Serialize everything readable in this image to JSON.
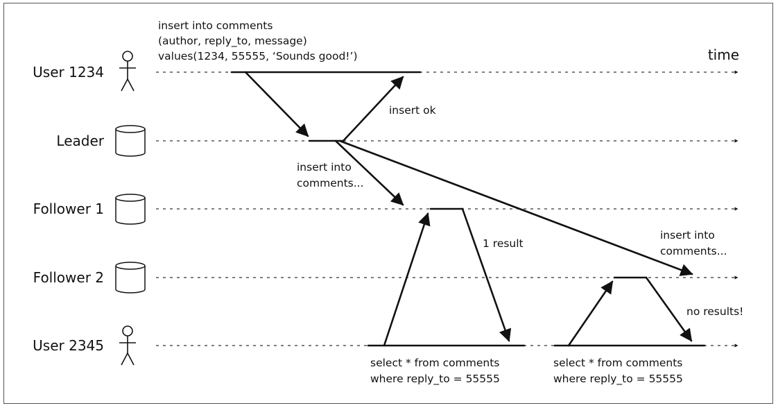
{
  "title": "",
  "time_label": "time",
  "actors": [
    {
      "label": "User 1234",
      "kind": "user-icon"
    },
    {
      "label": "Leader",
      "kind": "database-icon"
    },
    {
      "label": "Follower 1",
      "kind": "database-icon"
    },
    {
      "label": "Follower 2",
      "kind": "database-icon"
    },
    {
      "label": "User 2345",
      "kind": "user-icon"
    }
  ],
  "notes": {
    "insert_query": [
      "insert into comments",
      "(author, reply_to, message)",
      "values(1234, 55555, ‘Sounds good!’)"
    ],
    "insert_ok": "insert ok",
    "replicate_f1": [
      "insert into",
      "comments..."
    ],
    "replicate_f2": [
      "insert into",
      "comments..."
    ],
    "one_result": "1 result",
    "no_results": "no results!",
    "select_query_1": [
      "select * from comments",
      "where reply_to = 55555"
    ],
    "select_query_2": [
      "select * from comments",
      "where reply_to = 55555"
    ]
  },
  "colors": {
    "line": "#111111",
    "dash": "#333333",
    "frame": "#555555"
  }
}
